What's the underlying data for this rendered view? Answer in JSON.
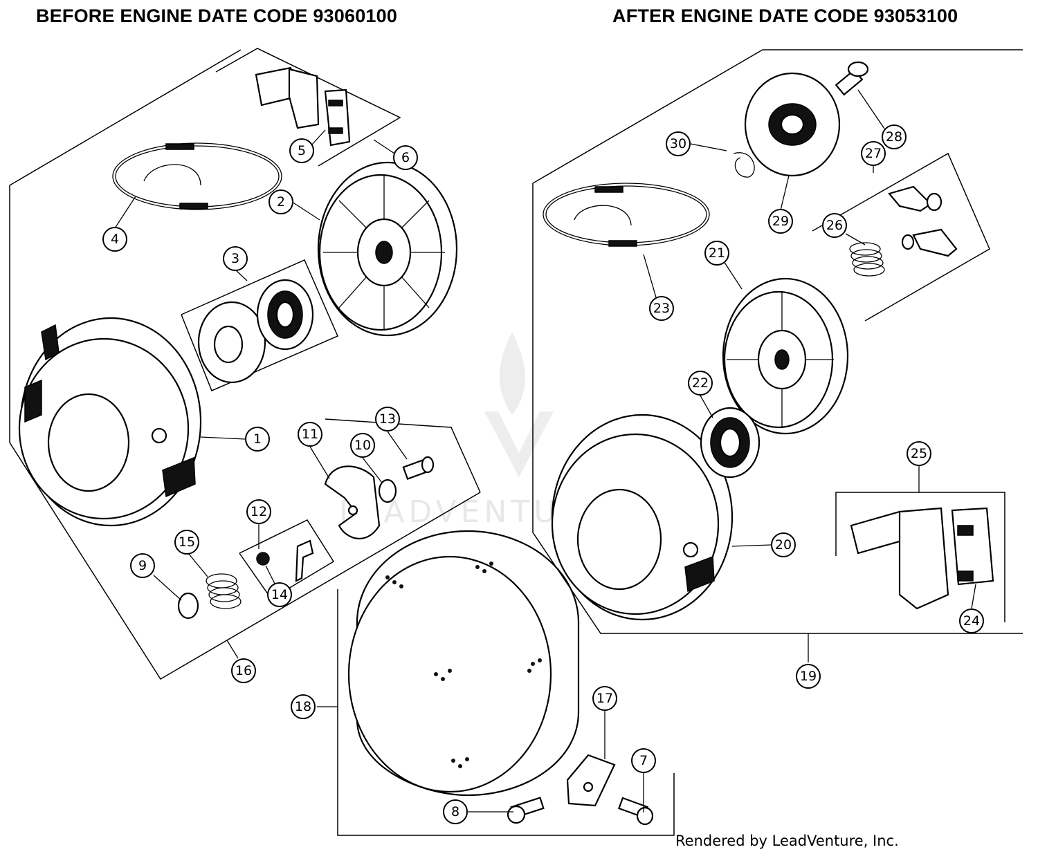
{
  "headings": {
    "left": "BEFORE ENGINE DATE CODE 93060100",
    "right": "AFTER ENGINE DATE CODE 93053100"
  },
  "footer": "Rendered by LeadVenture, Inc.",
  "watermark": "LEADVENTURE",
  "callouts": [
    {
      "id": "1",
      "label": "1"
    },
    {
      "id": "2",
      "label": "2"
    },
    {
      "id": "3",
      "label": "3"
    },
    {
      "id": "4",
      "label": "4"
    },
    {
      "id": "5",
      "label": "5"
    },
    {
      "id": "6",
      "label": "6"
    },
    {
      "id": "7",
      "label": "7"
    },
    {
      "id": "8",
      "label": "8"
    },
    {
      "id": "9",
      "label": "9"
    },
    {
      "id": "10",
      "label": "10"
    },
    {
      "id": "11",
      "label": "11"
    },
    {
      "id": "12",
      "label": "12"
    },
    {
      "id": "13",
      "label": "13"
    },
    {
      "id": "14",
      "label": "14"
    },
    {
      "id": "15",
      "label": "15"
    },
    {
      "id": "16",
      "label": "16"
    },
    {
      "id": "17",
      "label": "17"
    },
    {
      "id": "18",
      "label": "18"
    },
    {
      "id": "19",
      "label": "19"
    },
    {
      "id": "20",
      "label": "20"
    },
    {
      "id": "21",
      "label": "21"
    },
    {
      "id": "22",
      "label": "22"
    },
    {
      "id": "23",
      "label": "23"
    },
    {
      "id": "24",
      "label": "24"
    },
    {
      "id": "25",
      "label": "25"
    },
    {
      "id": "26",
      "label": "26"
    },
    {
      "id": "27",
      "label": "27"
    },
    {
      "id": "28",
      "label": "28"
    },
    {
      "id": "29",
      "label": "29"
    },
    {
      "id": "30",
      "label": "30"
    }
  ]
}
